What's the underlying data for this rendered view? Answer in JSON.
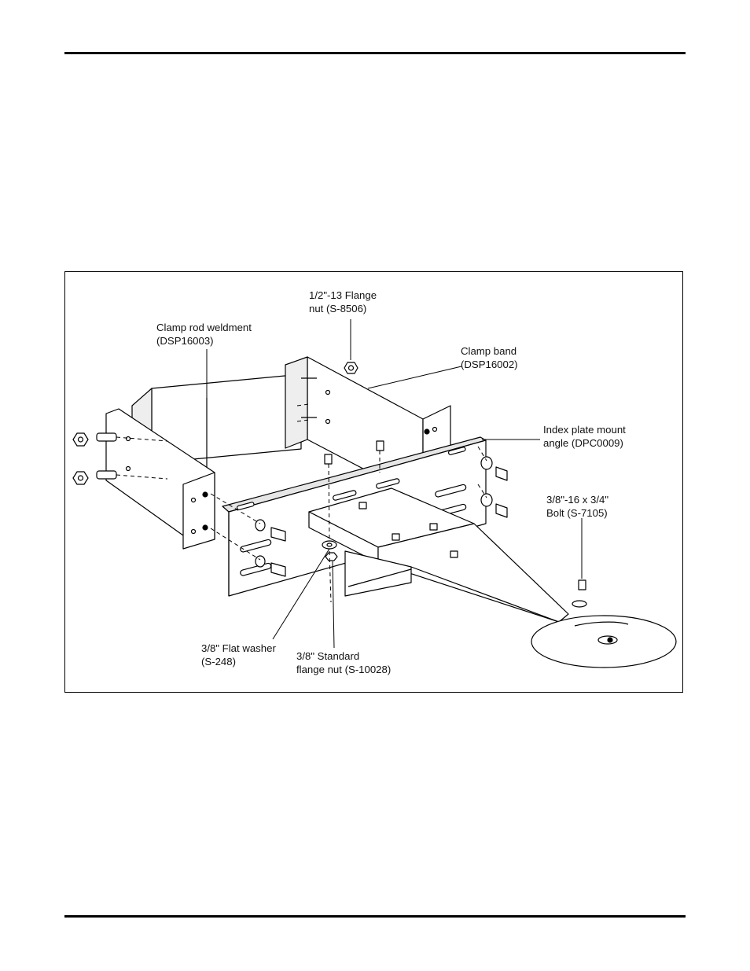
{
  "callouts": {
    "flange_nut_half": {
      "line1": "1/2\"-13 Flange",
      "line2": "nut (S-8506)"
    },
    "clamp_rod_weldment": {
      "line1": "Clamp rod weldment",
      "line2": "(DSP16003)"
    },
    "clamp_band": {
      "line1": "Clamp band",
      "line2": "(DSP16002)"
    },
    "index_plate_mount_angle": {
      "line1": "Index plate mount",
      "line2": "angle (DPC0009)"
    },
    "bolt": {
      "line1": "3/8\"-16 x 3/4\"",
      "line2": "Bolt (S-7105)"
    },
    "flat_washer": {
      "line1": "3/8\" Flat washer",
      "line2": "(S-248)"
    },
    "standard_flange_nut": {
      "line1": "3/8\" Standard",
      "line2": "flange nut (S-10028)"
    }
  },
  "colors": {
    "line": "#000000",
    "plate": "#ffffff",
    "shade": "#e6e6e6",
    "text": "#111111"
  }
}
